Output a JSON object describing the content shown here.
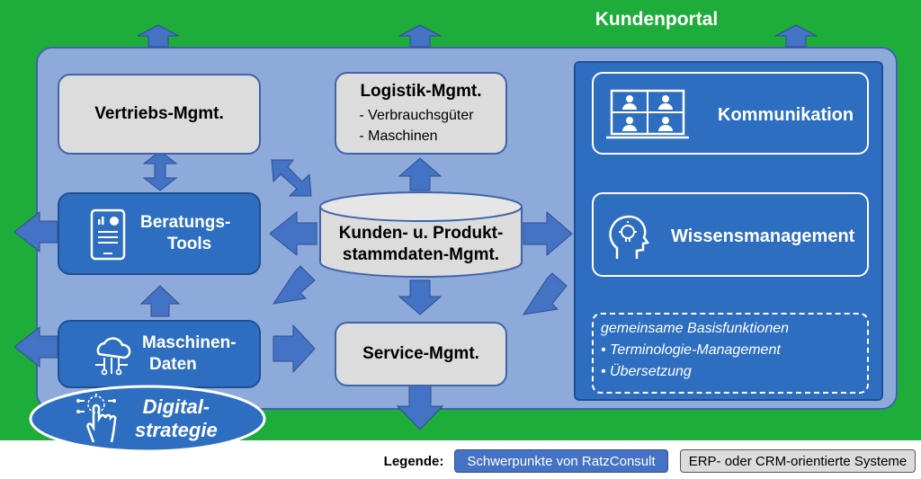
{
  "portal_title": "Kundenportal",
  "vertrieb": "Vertriebs-Mgmt.",
  "logistik": {
    "title": "Logistik-Mgmt.",
    "items": [
      "- Verbrauchsgüter",
      "- Maschinen"
    ]
  },
  "beratung": {
    "line1": "Beratungs-",
    "line2": "Tools"
  },
  "kunden": {
    "line1": "Kunden- u. Produkt-",
    "line2": "stammdaten-Mgmt."
  },
  "maschinen": {
    "line1": "Maschinen-",
    "line2": "Daten"
  },
  "service": "Service-Mgmt.",
  "digital": {
    "line1": "Digital-",
    "line2": "strategie"
  },
  "right_panel": {
    "kommunikation": "Kommunikation",
    "wissen": "Wissensmanagement",
    "basis": {
      "title": "gemeinsame Basisfunktionen",
      "items": [
        "• Terminologie-Management",
        "• Übersetzung"
      ]
    }
  },
  "legend": {
    "label": "Legende:",
    "blue": "Schwerpunkte von RatzConsult",
    "grey": "ERP- oder CRM-orientierte Systeme"
  },
  "colors": {
    "background": "#1eac3a",
    "panel": "#8eaadb",
    "blue": "#2e6ec0",
    "grey": "#dcdcdc",
    "arrow": "#4472c4"
  }
}
